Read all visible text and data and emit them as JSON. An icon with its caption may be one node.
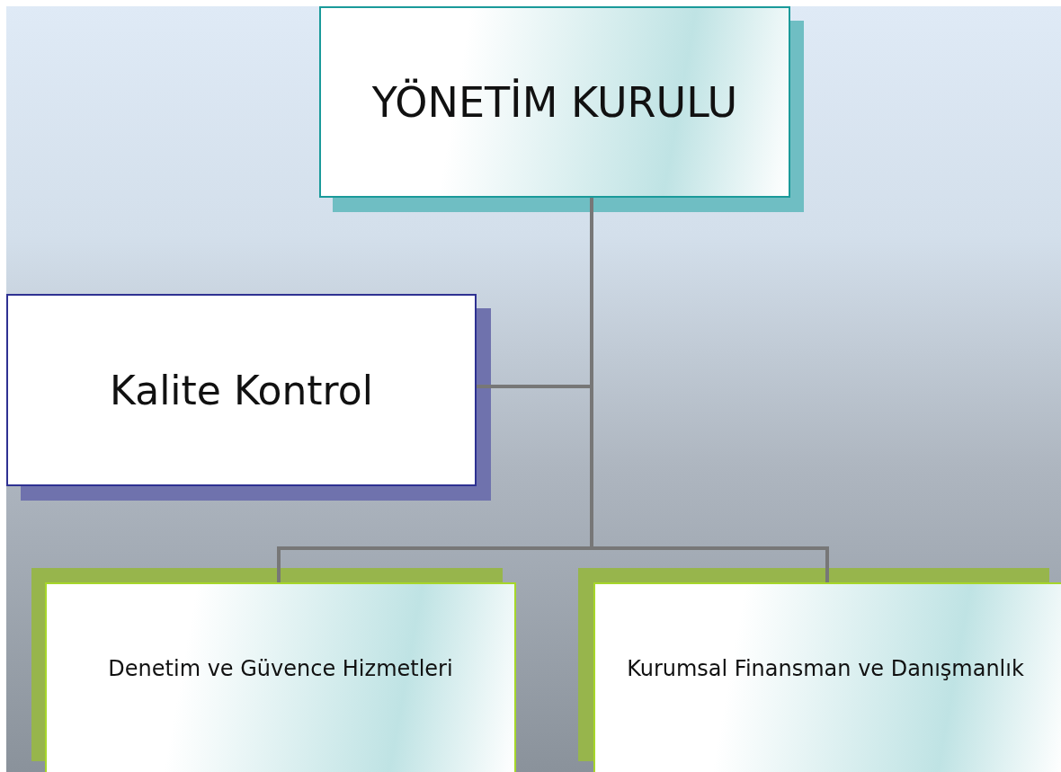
{
  "diagram": {
    "nodes": [
      {
        "text": [
          "YÖNETİM KURULU"
        ]
      },
      {
        "text": [
          "Kalite Kontrol"
        ]
      },
      {
        "text": [
          "Denetim ve Güvence Hizmetleri"
        ]
      },
      {
        "text": [
          "Kurumsal Finansman ve Danışmanlık"
        ]
      }
    ],
    "edges": [
      {
        "from": 0,
        "to": 1,
        "arrow": "none"
      },
      {
        "from": 0,
        "to": 2,
        "arrow": "none"
      },
      {
        "from": 0,
        "to": 3,
        "arrow": "none"
      }
    ]
  }
}
